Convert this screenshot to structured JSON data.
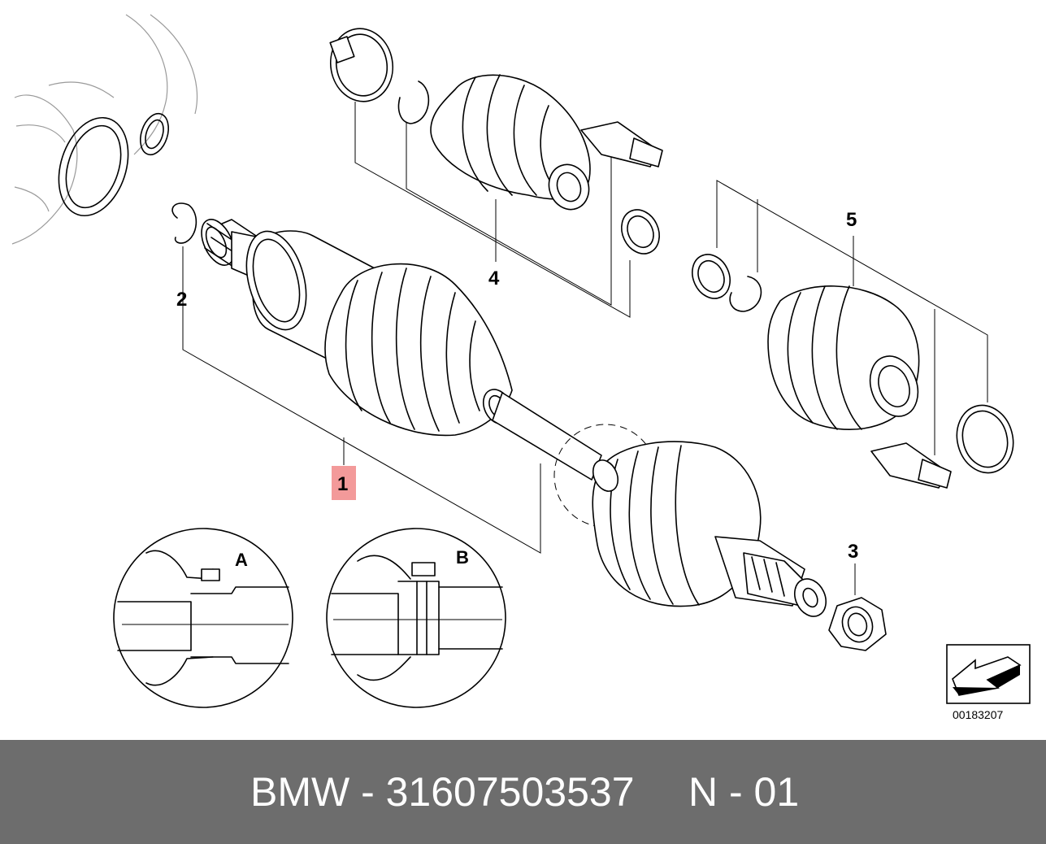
{
  "callouts": {
    "c1": "1",
    "c2": "2",
    "c3": "3",
    "c4": "4",
    "c5": "5",
    "detail_a": "A",
    "detail_b": "B"
  },
  "highlight_color": "#f39a9a",
  "diagram_number": "00183207",
  "footer": {
    "brand_part": "BMW - 31607503537",
    "page": "N - 01"
  }
}
